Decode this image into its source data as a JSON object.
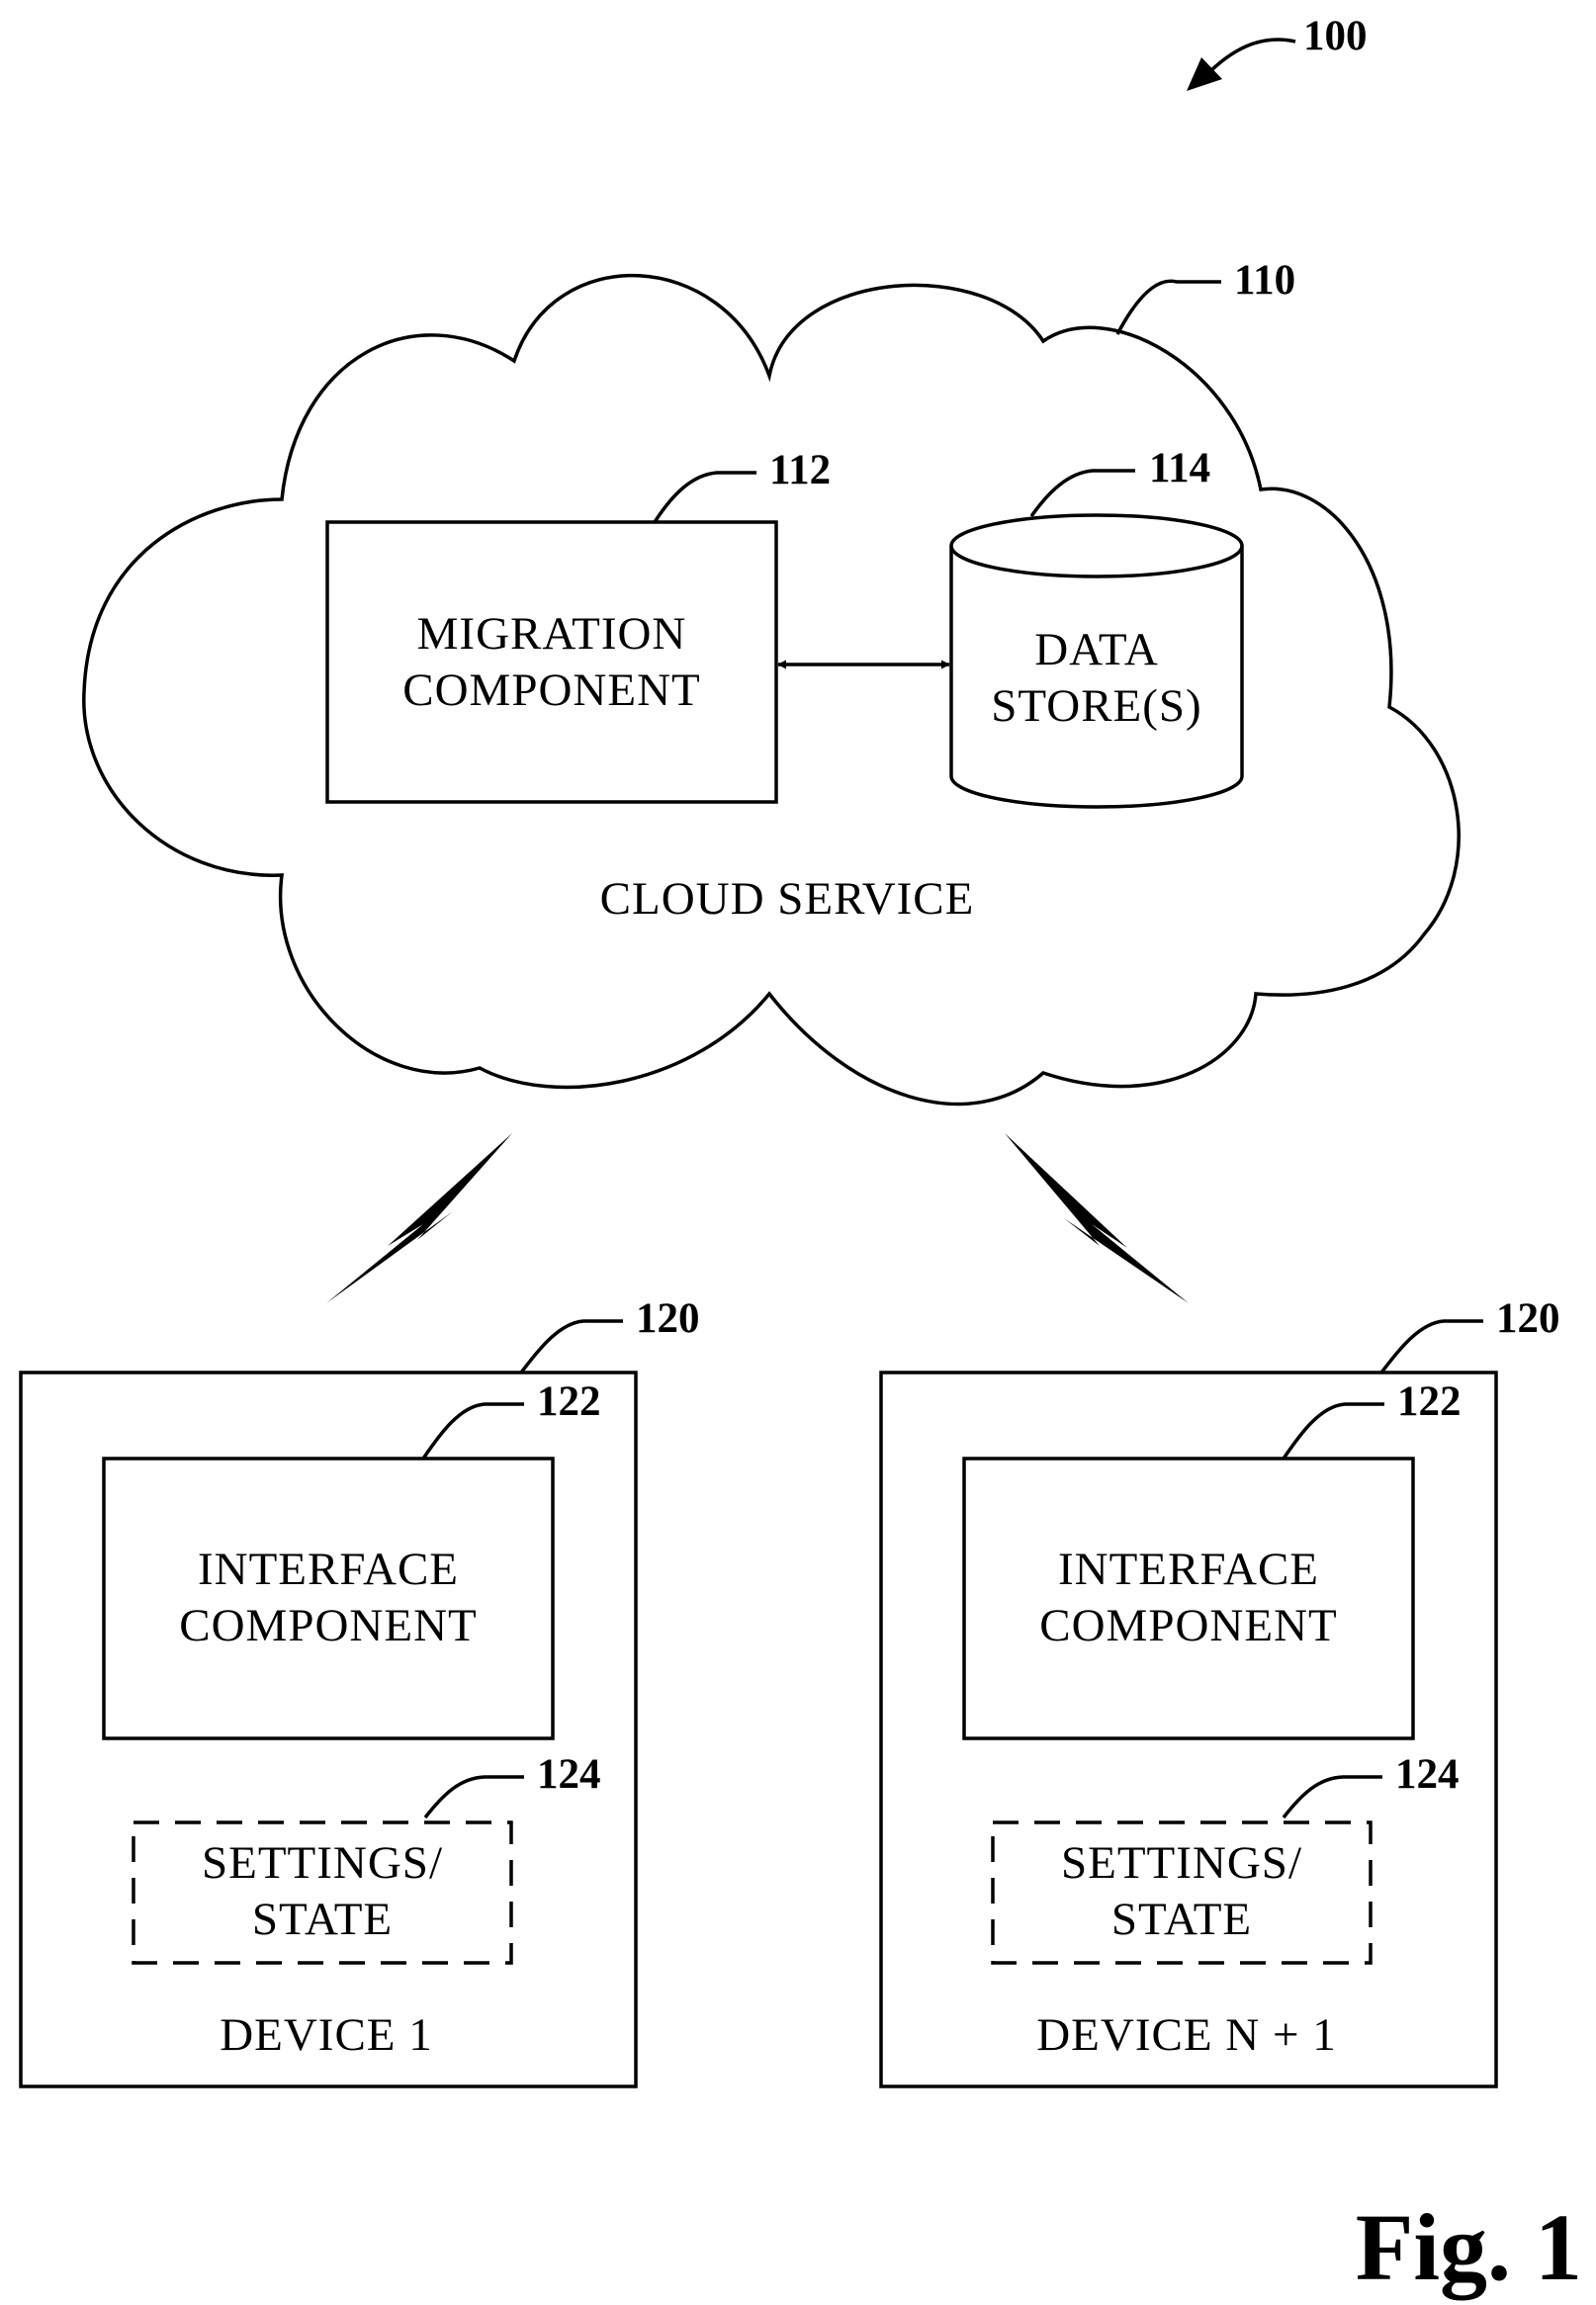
{
  "figure": {
    "ref": "100",
    "caption": "Fig. 1"
  },
  "cloud": {
    "ref": "110",
    "label": "CLOUD SERVICE",
    "migration": {
      "ref": "112",
      "line1": "MIGRATION",
      "line2": "COMPONENT"
    },
    "datastore": {
      "ref": "114",
      "line1": "DATA",
      "line2": "STORE(S)"
    }
  },
  "devices": [
    {
      "ref": "120",
      "label": "DEVICE 1",
      "interface": {
        "ref": "122",
        "line1": "INTERFACE",
        "line2": "COMPONENT"
      },
      "settings": {
        "ref": "124",
        "line1": "SETTINGS/",
        "line2": "STATE"
      }
    },
    {
      "ref": "120",
      "label": "DEVICE N + 1",
      "interface": {
        "ref": "122",
        "line1": "INTERFACE",
        "line2": "COMPONENT"
      },
      "settings": {
        "ref": "124",
        "line1": "SETTINGS/",
        "line2": "STATE"
      }
    }
  ]
}
